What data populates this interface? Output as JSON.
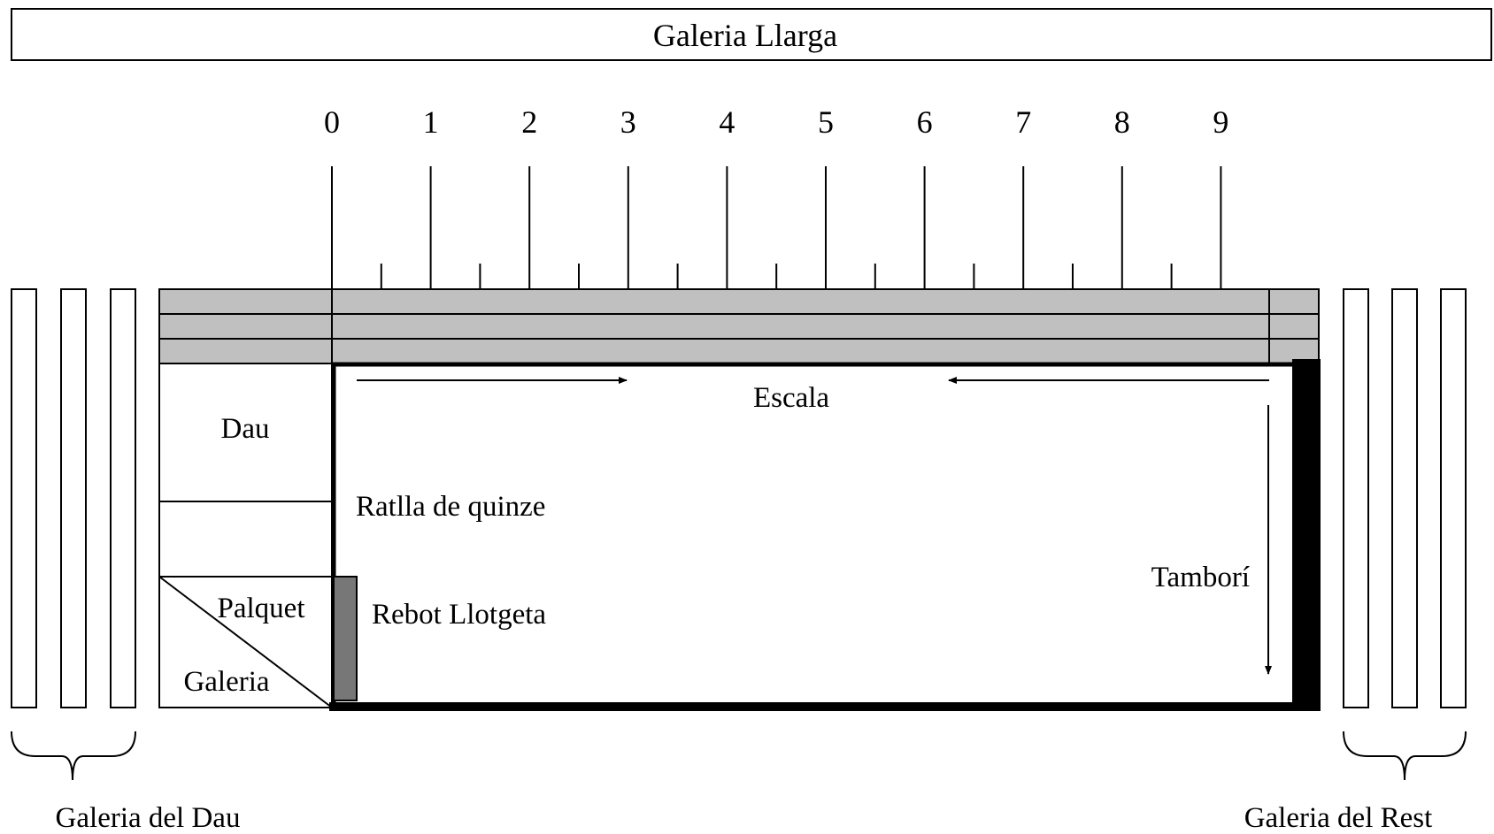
{
  "top_bar": {
    "label": "Galeria Llarga"
  },
  "scale": {
    "labels": [
      "0",
      "1",
      "2",
      "3",
      "4",
      "5",
      "6",
      "7",
      "8",
      "9"
    ]
  },
  "court": {
    "escala": "Escala",
    "ratlla": "Ratlla de quinze",
    "rebot": "Rebot Llotgeta",
    "tambori": "Tamborí"
  },
  "left_zone": {
    "dau": "Dau",
    "palquet": "Palquet",
    "galeria": "Galeria"
  },
  "galleries": {
    "left": "Galeria del Dau",
    "right": "Galeria del Rest"
  },
  "colors": {
    "steps": "#c0c0c0",
    "rebot_block": "#777777",
    "walls": "#000000"
  }
}
